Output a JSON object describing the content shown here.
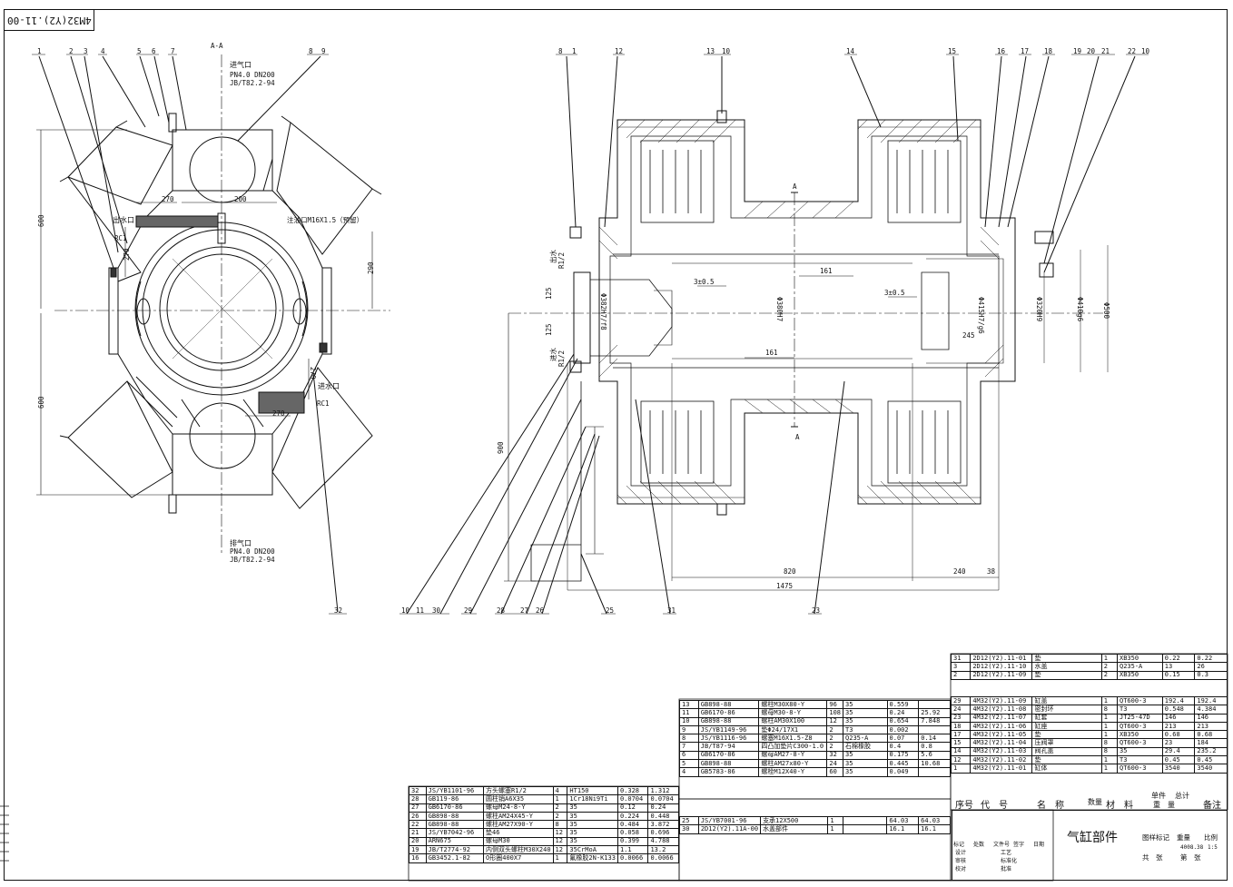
{
  "drawing": {
    "number": "4M32(Y2).11-00",
    "section_label": "A-A",
    "section_mark": "A",
    "title": "气缸部件"
  },
  "left_view": {
    "inlet": [
      "进气口",
      "PN4.0 DN200",
      "JB/T82.2-94"
    ],
    "outlet": [
      "排气口",
      "PN4.0 DN200",
      "JB/T82.2-94"
    ],
    "water_out": "出水口",
    "water_in": "进水口",
    "oil_note": "注油口M16X1.5（预留）",
    "rc1_a": "RC1",
    "rc1_b": "RC1",
    "dims": {
      "d270a": "270",
      "d200": "200",
      "d270b": "270",
      "d270c": "270",
      "d270d": "270",
      "d290": "290",
      "d600a": "600",
      "d600b": "600"
    },
    "callouts": [
      "1",
      "2",
      "3",
      "4",
      "5",
      "6",
      "7",
      "8",
      "9",
      "32"
    ]
  },
  "right_view": {
    "top_callouts": [
      "8",
      "1",
      "12",
      "13",
      "10",
      "14",
      "15",
      "16",
      "17",
      "18",
      "19",
      "20",
      "21",
      "22",
      "10"
    ],
    "bottom_callouts": [
      "10",
      "11",
      "30",
      "29",
      "28",
      "27",
      "26",
      "25",
      "31",
      "23"
    ],
    "dims": {
      "d820": "820",
      "d240": "240",
      "d38": "38",
      "d1475": "1475",
      "d900": "900",
      "d161a": "161",
      "d161b": "161",
      "tol_a": "3±0.5",
      "tol_b": "3±0.5",
      "d125a": "125",
      "d125b": "125",
      "d245": "245",
      "dia_a": "Φ382H7/f8",
      "dia_b": "Φ380H7",
      "dia_c": "Φ415H7/g6",
      "dia_d": "Φ320H9",
      "dia_e": "Φ410g6",
      "dia_f": "Φ500"
    },
    "water_out": "出水",
    "rc_out": "R1/2",
    "water_in": "进水",
    "rc_in": "R1/2"
  },
  "bom_left": [
    [
      "32",
      "JS/YB1101-96",
      "方头螺塞R1/2",
      "4",
      "HT150",
      "0.328",
      "1.312"
    ],
    [
      "28",
      "GB119-86",
      "圆柱销A6X35",
      "1",
      "1Cr18Ni9Ti",
      "0.0704",
      "0.0704"
    ],
    [
      "27",
      "GB6170-86",
      "螺母M24-8-Y",
      "2",
      "35",
      "0.12",
      "0.24"
    ],
    [
      "26",
      "GB898-88",
      "螺柱AM24X45-Y",
      "2",
      "35",
      "0.224",
      "0.448"
    ],
    [
      "22",
      "GB898-88",
      "螺柱AM27X90-Y",
      "8",
      "35",
      "0.484",
      "3.872"
    ],
    [
      "21",
      "JS/YB7042-96",
      "垫46",
      "12",
      "35",
      "0.058",
      "0.696"
    ],
    [
      "20",
      "ARN675",
      "螺母M30",
      "12",
      "35",
      "0.399",
      "4.788"
    ],
    [
      "19",
      "JB/T2774-92",
      "内侧双头螺柱M30X240",
      "12",
      "35CrMoA",
      "1.1",
      "13.2"
    ],
    [
      "16",
      "GB3452.1-82",
      "O形圈400X7",
      "1",
      "氟橡胶2N-K133",
      "0.0066",
      "0.0066"
    ]
  ],
  "bom_mid": [
    [
      "13",
      "GB898-88",
      "螺柱M30X80-Y",
      "96",
      "35",
      "0.559",
      ""
    ],
    [
      "11",
      "GB6170-86",
      "螺母M30-8-Y",
      "108",
      "35",
      "0.24",
      "25.92"
    ],
    [
      "10",
      "GB898-88",
      "螺柱AM30X100",
      "12",
      "35",
      "0.654",
      "7.848"
    ],
    [
      "9",
      "JS/YB1149-96",
      "垫Φ24/17X1",
      "2",
      "T3",
      "0.002",
      ""
    ],
    [
      "8",
      "JS/YB1116-96",
      "螺塞M16X1.5-Z8",
      "2",
      "Q235-A",
      "0.07",
      "0.14"
    ],
    [
      "7",
      "JB/T87-94",
      "四凸加垫片C300-1.0",
      "2",
      "石棉橡胶",
      "0.4",
      "0.8"
    ],
    [
      "6",
      "GB6170-86",
      "螺母AM27-8-Y",
      "32",
      "35",
      "0.175",
      "5.6"
    ],
    [
      "5",
      "GB898-88",
      "螺柱AM27x80-Y",
      "24",
      "35",
      "0.445",
      "10.68"
    ],
    [
      "4",
      "GB5783-86",
      "螺栓M12X40-Y",
      "60",
      "35",
      "0.049",
      ""
    ]
  ],
  "bom_mid2": [
    [
      "25",
      "JS/YB7001-96",
      "支承12X500",
      "1",
      "",
      "64.03",
      "64.03"
    ],
    [
      "30",
      "2D12(Y2).11A-00",
      "水盖部件",
      "1",
      "",
      "16.1",
      "16.1"
    ]
  ],
  "bom_right_top": [
    [
      "31",
      "2D12(Y2).11-01",
      "垫",
      "1",
      "XB350",
      "0.22",
      "0.22"
    ],
    [
      "3",
      "2D12(Y2).11-10",
      "水盖",
      "2",
      "Q235-A",
      "13",
      "26"
    ],
    [
      "2",
      "2D12(Y2).11-09",
      "垫",
      "2",
      "XB350",
      "0.15",
      "0.3"
    ]
  ],
  "bom_right": [
    [
      "29",
      "4M32(Y2).11-09",
      "缸盖",
      "1",
      "QT600-3",
      "192.4",
      "192.4"
    ],
    [
      "24",
      "4M32(Y2).11-08",
      "密封环",
      "8",
      "T3",
      "0.548",
      "4.384"
    ],
    [
      "23",
      "4M32(Y2).11-07",
      "缸套",
      "1",
      "JT25-47D",
      "146",
      "146"
    ],
    [
      "18",
      "4M32(Y2).11-06",
      "缸座",
      "1",
      "QT600-3",
      "213",
      "213"
    ],
    [
      "17",
      "4M32(Y2).11-05",
      "垫",
      "1",
      "XB350",
      "0.68",
      "0.68"
    ],
    [
      "15",
      "4M32(Y2).11-04",
      "压阀罩",
      "8",
      "QT600-3",
      "23",
      "184"
    ],
    [
      "14",
      "4M32(Y2).11-03",
      "阀孔盖",
      "8",
      "35",
      "29.4",
      "235.2"
    ],
    [
      "12",
      "4M32(Y2).11-02",
      "垫",
      "1",
      "T3",
      "0.45",
      "0.45"
    ],
    [
      "1",
      "4M32(Y2).11-01",
      "缸体",
      "1",
      "QT600-3",
      "3540",
      "3540"
    ]
  ],
  "bom_header": {
    "seq": "序号",
    "code": "代　号",
    "name": "名　称",
    "qty": "数量",
    "material": "材　料",
    "unit": "单件",
    "total": "总计",
    "weight": "重　量",
    "remark": "备注"
  },
  "title_block": {
    "drawing_name": "气缸部件",
    "stage_mark": "图样标记",
    "weight_label": "重量",
    "scale_label": "比例",
    "scale_value": "1:5",
    "weight_value": "4008.38",
    "total_sheets": "共　张",
    "sheet_no": "第　张",
    "rows": [
      "标记",
      "处数",
      "文件号",
      "签字",
      "日期"
    ],
    "roles": [
      "设计",
      "审核",
      "校对",
      "工艺",
      "标准化",
      "批准"
    ]
  }
}
